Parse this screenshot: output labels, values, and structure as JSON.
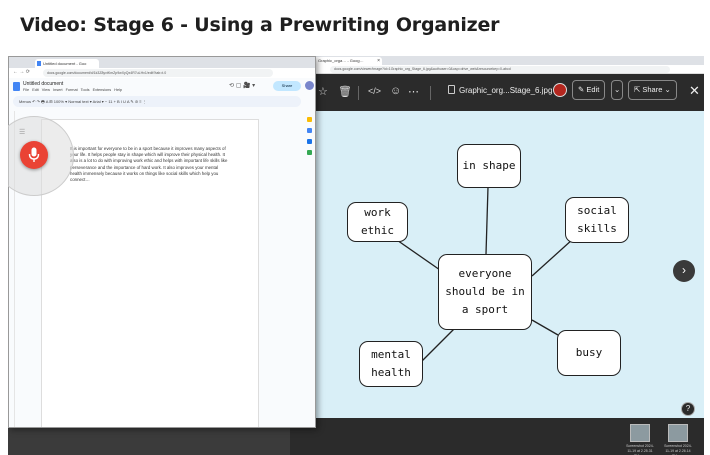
{
  "page": {
    "title": "Video: Stage 6 - Using a Prewriting Organizer"
  },
  "left_browser": {
    "tab_title": "Untitled document - Goo",
    "address": "docs.google.com/document/d/1k3Z8yvtKmZp9wXyQx4R7uLHv1/edit?tab=t.0",
    "doc_title": "Untitled document",
    "menu_items": [
      "File",
      "Edit",
      "View",
      "Insert",
      "Format",
      "Tools",
      "Extensions",
      "Help"
    ],
    "toolbar_text": "Menus   ↶  ↷  🖶  A  ⊞  100%  ▾  Normal text ▾   Arial ▾   −  11  +   B  I  U  A  ✎  ⊘  ≡  ⋮",
    "share_label": "Share",
    "body_text": "It is important for everyone to be in a sport because it improves many aspects of your life. It helps people stay in shape which will improve their physical health. It also is a lot to do with improving work ethic and helps with important life skills like perseverance and the importance of hard work. It also improves your mental health immensely because it works on things like social skills which help you connect…"
  },
  "right_browser": {
    "tab_title": "Graphic_orga… - Goog…",
    "address": "docs.google.com/viewer/image?id=1Graphic_org_Stage_6.jpg&authuser=0&usp=drive_web&resourcekey=0-abcd",
    "file_name": "Graphic_org...Stage_6.jpg",
    "edit_label": "Edit",
    "share_label": "Share",
    "next_label": "›",
    "help_label": "?",
    "thumbnails": [
      {
        "label": "Screenshot 2024-11-19 at 2.25.31 PM.png"
      },
      {
        "label": "Screenshot 2024-11-19 at 2.26.14 PM.png"
      }
    ]
  },
  "organizer": {
    "center": "everyone should be in a sport",
    "nodes": [
      {
        "id": "in-shape",
        "text": "in shape"
      },
      {
        "id": "social-skills",
        "text": "social skills"
      },
      {
        "id": "work-ethic",
        "text": "work ethic"
      },
      {
        "id": "mental-health",
        "text": "mental health"
      },
      {
        "id": "busy",
        "text": "busy"
      }
    ]
  },
  "colors": {
    "canvas_bg": "#d9eff7",
    "mic_red": "#ea4335",
    "share_blue": "#c2e7ff"
  },
  "icons": [
    "microphone-icon",
    "close-icon",
    "chevron-right-icon",
    "pencil-icon",
    "share-icon",
    "star-icon",
    "trash-icon",
    "code-icon",
    "more-icon"
  ]
}
